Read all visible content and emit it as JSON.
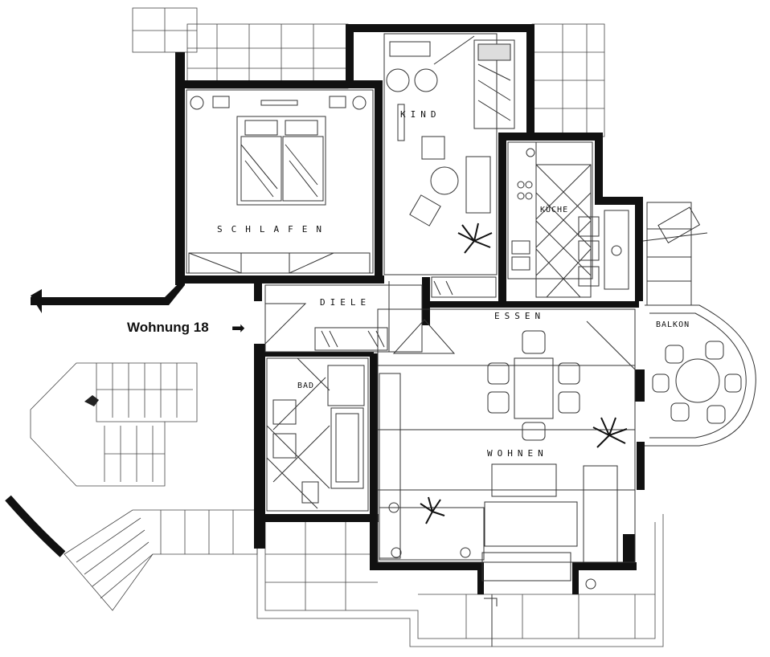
{
  "rooms": {
    "kind": "KIND",
    "schlafen": "SCHLAFEN",
    "kueche": "KÜCHE",
    "diele": "DIELE",
    "essen": "ESSEN",
    "balkon": "BALKON",
    "bad": "BAD",
    "wohnen": "WOHNEN"
  },
  "apartment": {
    "label": "Wohnung 18",
    "arrow": "➡"
  }
}
